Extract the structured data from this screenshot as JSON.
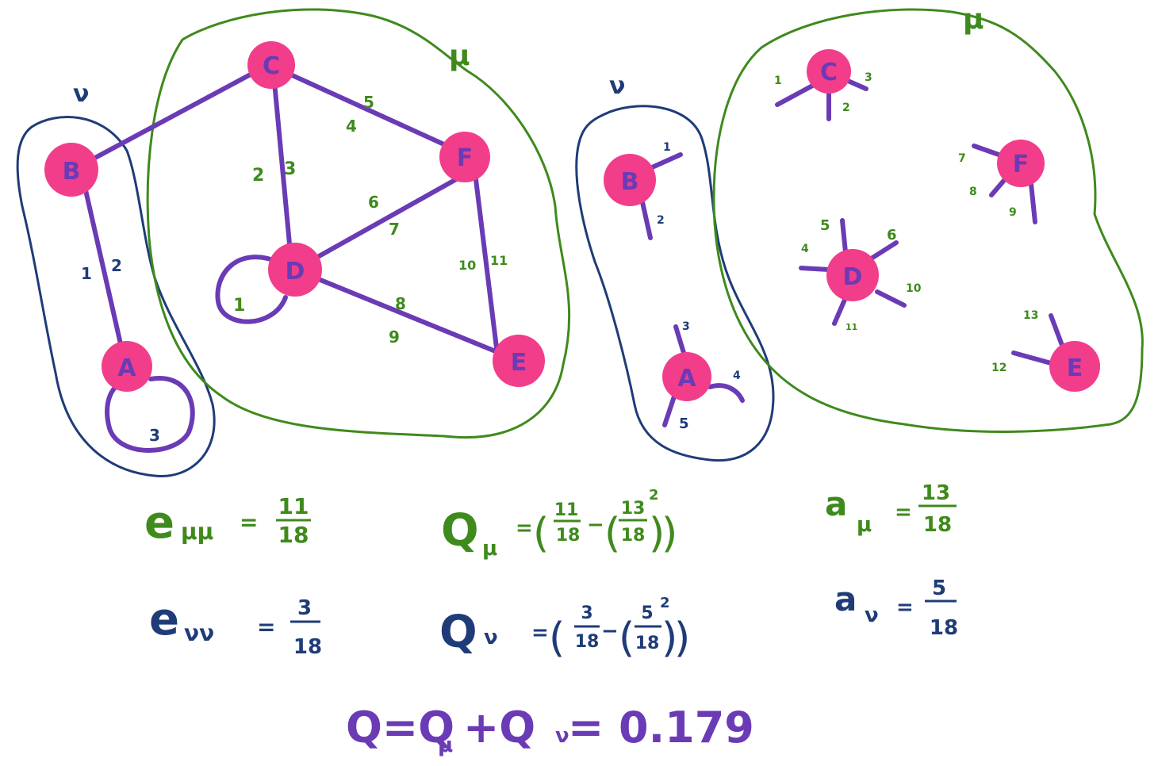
{
  "colors": {
    "node": "#f23d8b",
    "edge": "#6a3bb5",
    "group_mu": "#3f8a1c",
    "group_nu": "#1f3c78",
    "result": "#6a3bb5"
  },
  "left_graph": {
    "group_mu_symbol": "μ",
    "group_nu_symbol": "ν",
    "nodes": [
      "C",
      "B",
      "F",
      "D",
      "A",
      "E"
    ],
    "edge_labels": [
      "1",
      "2",
      "3",
      "1",
      "2",
      "3",
      "4",
      "5",
      "6",
      "7",
      "8",
      "9",
      "10",
      "11"
    ]
  },
  "right_graph": {
    "group_mu_symbol": "μ",
    "group_nu_symbol": "ν",
    "nodes": [
      "C",
      "F",
      "D",
      "E",
      "B",
      "A"
    ],
    "stub_labels": [
      "1",
      "2",
      "3",
      "7",
      "8",
      "9",
      "4",
      "5",
      "6",
      "10",
      "11",
      "12",
      "13",
      "1",
      "2",
      "3",
      "4",
      "5"
    ]
  },
  "equations": {
    "e_mumu": {
      "lhs": "e",
      "sub": "μμ",
      "eq": "=",
      "num": "11",
      "den": "18"
    },
    "e_nunu": {
      "lhs": "e",
      "sub": "νν",
      "eq": "=",
      "num": "3",
      "den": "18"
    },
    "q_mu": {
      "lhs": "Q",
      "sub": "μ",
      "eq": "=",
      "num1": "11",
      "den1": "18",
      "minus": "−",
      "num2": "13",
      "den2": "18",
      "exp": "2"
    },
    "q_nu": {
      "lhs": "Q",
      "sub": "ν",
      "eq": "=",
      "num1": "3",
      "den1": "18",
      "minus": "−",
      "num2": "5",
      "den2": "18",
      "exp": "2"
    },
    "a_mu": {
      "lhs": "a",
      "sub": "μ",
      "eq": "=",
      "num": "13",
      "den": "18"
    },
    "a_nu": {
      "lhs": "a",
      "sub": "ν",
      "eq": "=",
      "num": "5",
      "den": "18"
    },
    "total": {
      "text": "Q=Q",
      "sub1": "μ",
      "plus": "+Q",
      "sub2": "ν",
      "rest": " = 0.179"
    }
  }
}
